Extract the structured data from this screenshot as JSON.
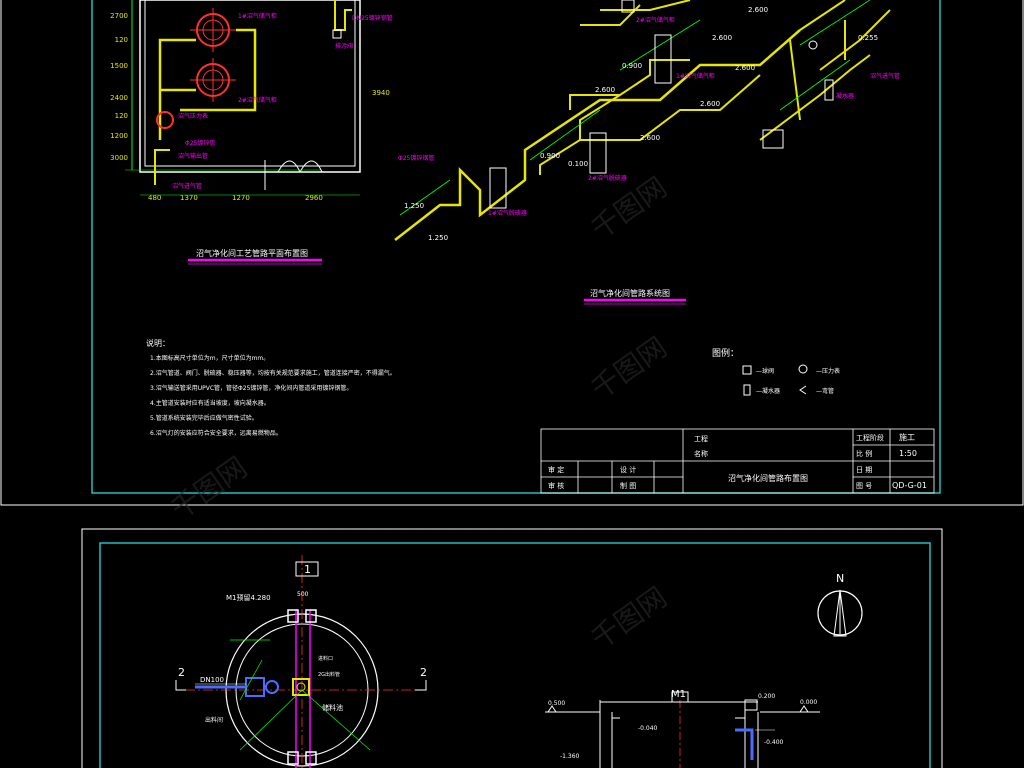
{
  "colors": {
    "background": "#000000",
    "frame": "#1FBFBF",
    "yellow": "#E6E600",
    "magenta": "#FF00FF",
    "green": "#00FF00",
    "white": "#FFFFFF",
    "red": "#FF3030",
    "blue": "#4A6CFF"
  },
  "plan": {
    "title": "沼气净化间工艺管路平面布置图",
    "dims_left": [
      "2700",
      "120",
      "1500",
      "2400",
      "120",
      "1200",
      "3000"
    ],
    "dims_right": "3940",
    "dims_bottom": [
      "480",
      "1370",
      "1270",
      "2960"
    ],
    "labels": [
      "1#沼气储气柜",
      "2#沼气储气柜",
      "沼气压力表",
      "DN25镀锌钢管",
      "Φ25镀锌管",
      "沼气进气管",
      "排污阀",
      "沼气输出管"
    ]
  },
  "system": {
    "title": "沼气净化间管路系统图",
    "elev": [
      "2.600",
      "2.600",
      "2.600",
      "0.900",
      "0.900",
      "1.250",
      "0.100",
      "1.250",
      "2.600",
      "2.600",
      "2.600",
      "0.255"
    ],
    "labels": [
      "1#沼气脱硫器",
      "2#沼气脱硫器",
      "1#沼气储气柜",
      "2#沼气储气柜",
      "Φ25镀锌钢管",
      "沼气进气管",
      "凝水器"
    ]
  },
  "notes": {
    "heading": "说明：",
    "items": [
      "1.本图标高尺寸单位为m，尺寸单位为mm。",
      "2.沼气管道、阀门、脱硫器、稳压器等，均按有关规范要求施工，管道连接严密，不得漏气。",
      "3.沼气输送管采用UPVC管，管径Φ25镀锌管，净化间内管道采用镀锌钢管。",
      "4.主管道安装时应有适当坡度，坡向凝水器。",
      "5.管道系统安装完毕后应做气密性试验。",
      "6.沼气灯的安装应符合安全要求，远离易燃物品。"
    ]
  },
  "legend": {
    "heading": "图例：",
    "items": [
      "—球阀",
      "—压力表",
      "—凝水器",
      "—弯管"
    ]
  },
  "titleblock": {
    "project_label": "工程",
    "name_label": "名称",
    "stage_label": "工程阶段",
    "stage_value": "施工",
    "scale_label": "比 例",
    "scale_value": "1:50",
    "date_label": "日 期",
    "drawing_no_label": "图 号",
    "drawing_no_value": "QD-G-01",
    "drawing_title": "沼气净化间管路布置图",
    "review_label": "审 定",
    "check_label": "审 核",
    "design_label": "设 计",
    "draw_label": "制 图"
  },
  "lower": {
    "north": "N",
    "section_1": "1",
    "section_2": "2",
    "labels": [
      "M1预留4.280",
      "DN100",
      "2G出料管",
      "出料间",
      "进料口",
      "储料池",
      "M1"
    ],
    "elev": [
      "0.500",
      "-0.040",
      "0.200",
      "0.000",
      "-0.400",
      "-1.360"
    ],
    "dims_top": "500"
  },
  "watermark": "千图网"
}
